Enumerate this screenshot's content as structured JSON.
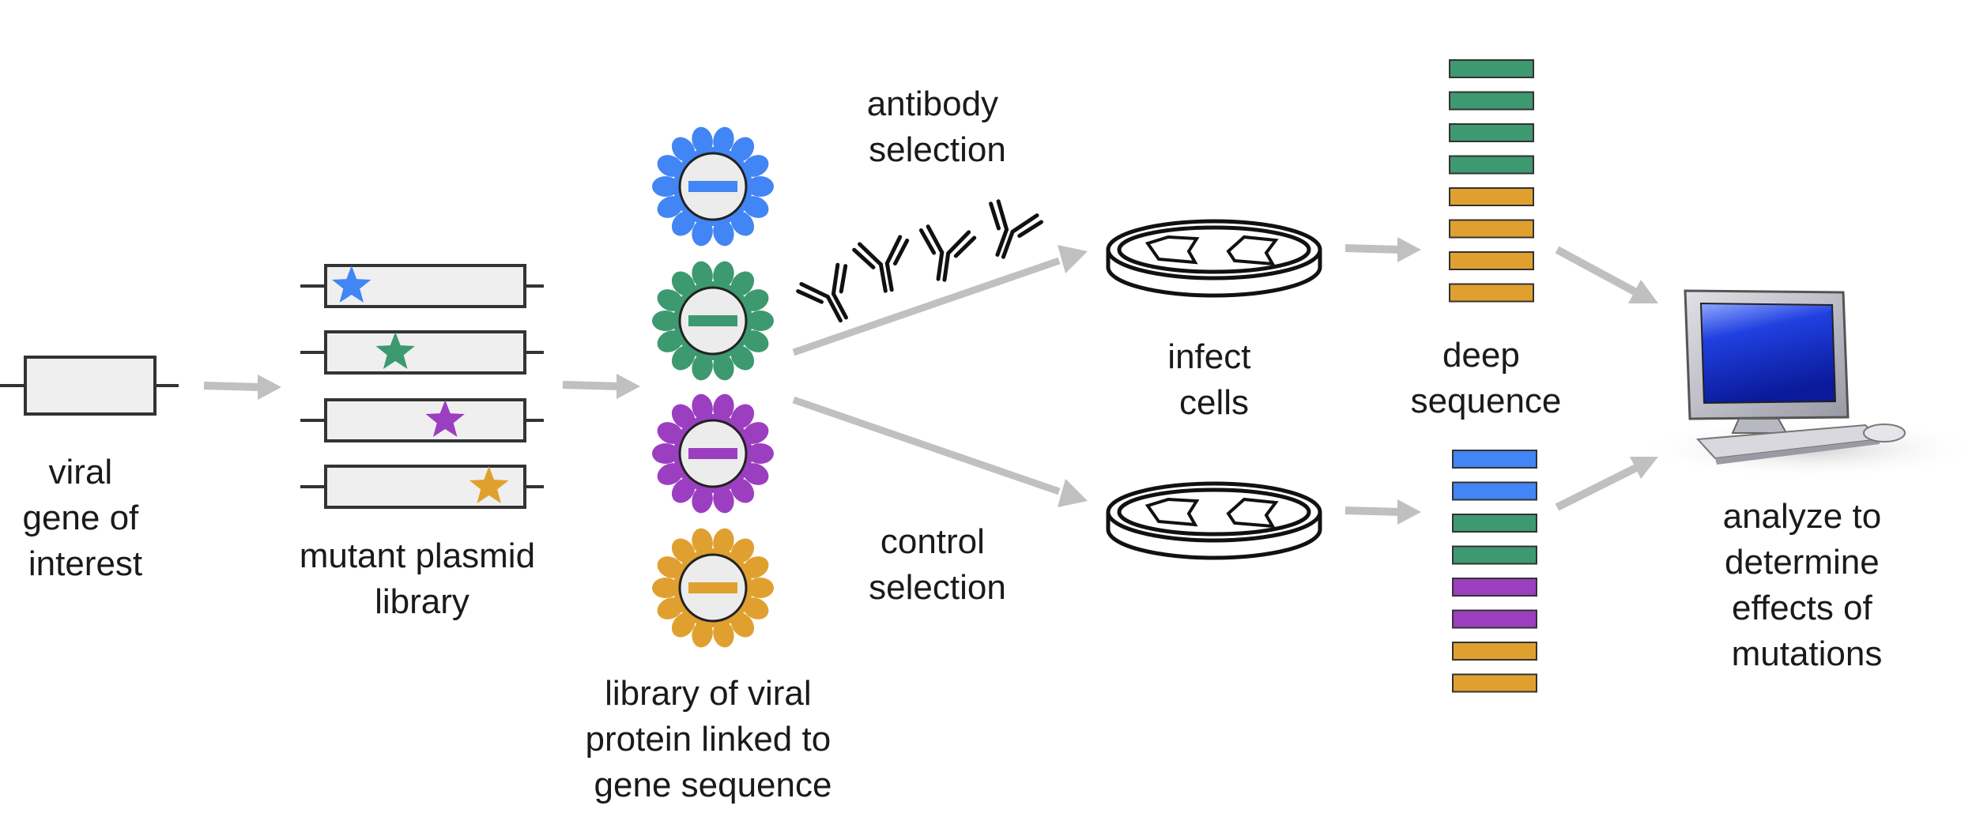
{
  "labels": {
    "viral_gene": [
      "viral",
      "gene of",
      "interest"
    ],
    "mutant_library": [
      "mutant plasmid",
      "library"
    ],
    "virion_library": [
      "library of viral",
      "protein linked to",
      "gene sequence"
    ],
    "antibody_selection": [
      "antibody",
      "selection"
    ],
    "control_selection": [
      "control",
      "selection"
    ],
    "infect_cells": [
      "infect",
      "cells"
    ],
    "deep_sequence": [
      "deep",
      "sequence"
    ],
    "analyze": [
      "analyze to",
      "determine",
      "effects of",
      "mutations"
    ]
  },
  "colors": {
    "blue": "#4285f4",
    "green": "#3d9970",
    "purple": "#9b3fc0",
    "orange": "#e0a030",
    "arrow": "#c0c0c0",
    "outline": "#333333"
  },
  "plasmid_mutations": [
    {
      "color": "blue",
      "position": 0.13
    },
    {
      "color": "green",
      "position": 0.35
    },
    {
      "color": "purple",
      "position": 0.6
    },
    {
      "color": "orange",
      "position": 0.82
    }
  ],
  "virions": [
    "blue",
    "green",
    "purple",
    "orange"
  ],
  "sequencing": {
    "antibody_reads": [
      "green",
      "green",
      "green",
      "green",
      "orange",
      "orange",
      "orange",
      "orange"
    ],
    "control_reads": [
      "blue",
      "blue",
      "green",
      "green",
      "purple",
      "purple",
      "orange",
      "orange"
    ]
  },
  "icons": [
    "plasmid-icon",
    "star-icon",
    "virion-icon",
    "antibody-icon",
    "petri-dish-icon",
    "computer-icon"
  ]
}
